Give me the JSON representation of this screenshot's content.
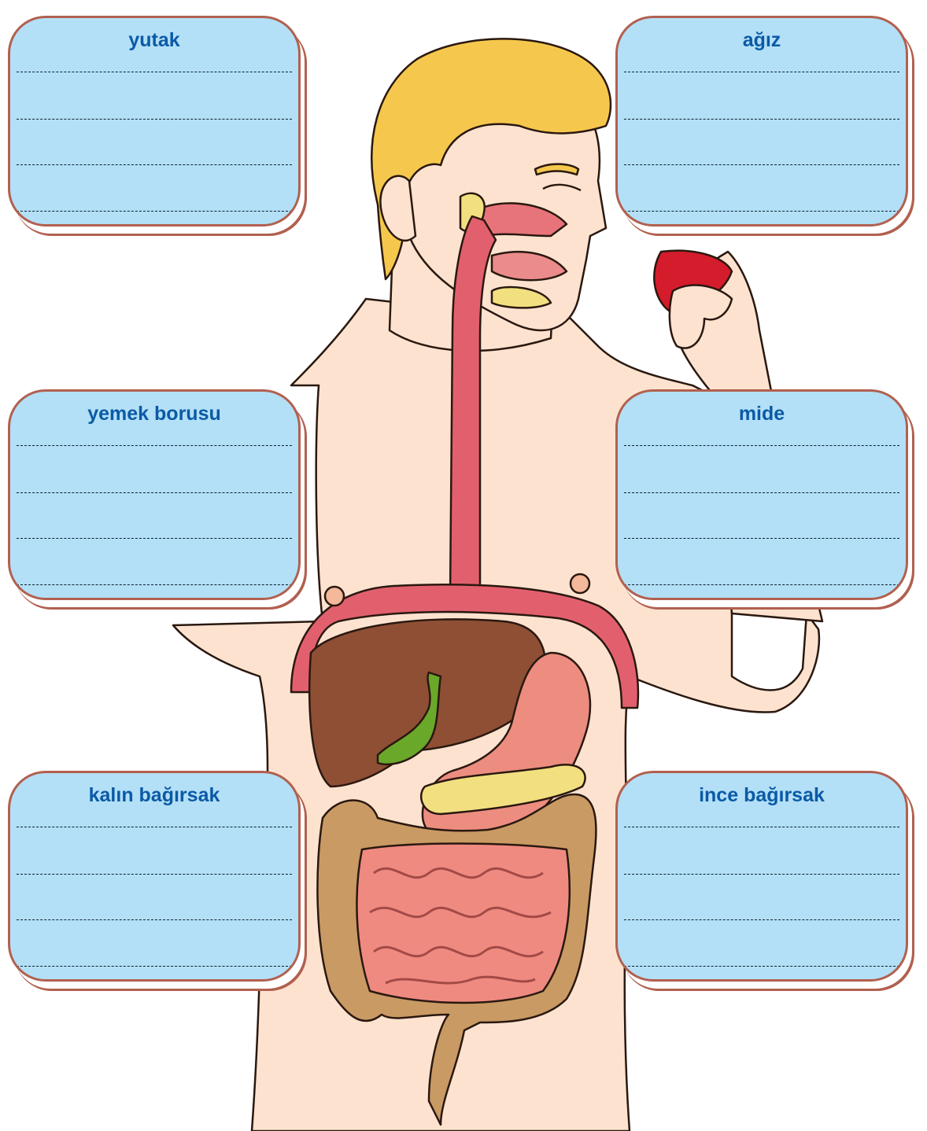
{
  "labels": {
    "top_left": "yutak",
    "top_right": "ağız",
    "middle_left": "yemek borusu",
    "middle_right": "mide",
    "bottom_left": "kalın bağırsak",
    "bottom_right": "ince bağırsak"
  },
  "colors": {
    "box_fill": "#b3e0f7",
    "box_border": "#b2604f",
    "title": "#0b5aa6",
    "skin": "#fde3cf",
    "hair": "#f5c84d",
    "liver": "#8e4f35",
    "stomach": "#ec8d80",
    "esophagus": "#e2606d",
    "large_intestine": "#c99a63",
    "small_intestine": "#ef8a80",
    "gallbladder": "#6aa82a",
    "pancreas": "#f2e080",
    "apple": "#d51c2c"
  }
}
